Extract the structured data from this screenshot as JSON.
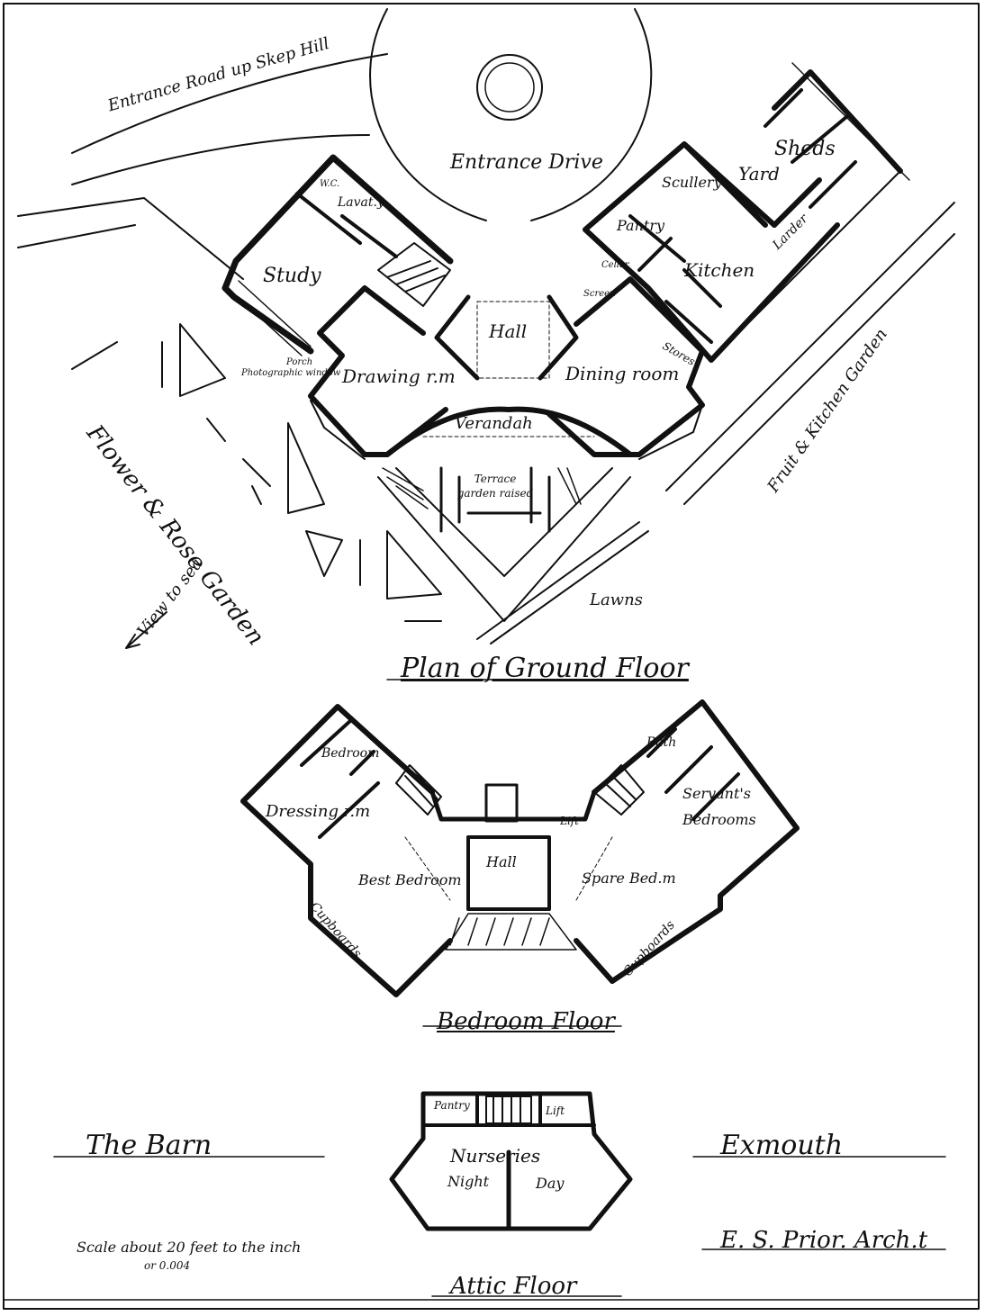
{
  "site": {
    "entrance_road": "Entrance Road up Skep Hill",
    "entrance_drive": "Entrance Drive",
    "flower_garden": "Flower & Rose Garden",
    "view_to_sea": "View to sea",
    "fruit_garden": "Fruit & Kitchen Garden",
    "lawns": "Lawns"
  },
  "ground_floor": {
    "title": "Plan of Ground Floor",
    "rooms": {
      "wc": "W.C.",
      "lavatory": "Lavat.y",
      "study": "Study",
      "hall": "Hall",
      "drawing_room": "Drawing r.m",
      "dining_room": "Dining room",
      "porch": "Porch",
      "photographic": "Photographic window",
      "verandah": "Verandah",
      "terrace": "Terrace garden raised",
      "scullery": "Scullery",
      "yard": "Yard",
      "sheds": "Sheds",
      "pantry": "Pantry",
      "cellar": "Cellar",
      "kitchen": "Kitchen",
      "larder": "Larder",
      "stores": "Stores",
      "screen": "Screen"
    }
  },
  "bedroom_floor": {
    "title": "Bedroom Floor",
    "rooms": {
      "bedroom": "Bedroom",
      "dressing_room": "Dressing r.m",
      "best_bedroom": "Best Bedroom",
      "hall": "Hall",
      "spare_bedroom": "Spare Bed.m",
      "bath": "Bath",
      "servants_bedrooms": "Servant's Bedrooms",
      "lift": "Lift",
      "cupboards_left": "Cupboards",
      "cupboards_right": "Cupboards"
    }
  },
  "attic_floor": {
    "title": "Attic Floor",
    "rooms": {
      "pantry": "Pantry",
      "lift": "Lift",
      "nurseries": "Nurseries",
      "night": "Night",
      "day": "Day"
    }
  },
  "footer": {
    "name": "The Barn",
    "place": "Exmouth",
    "scale_line1": "Scale about 20 feet to the inch",
    "scale_line2": "or 0.004",
    "architect": "E. S. Prior. Arch.t"
  }
}
